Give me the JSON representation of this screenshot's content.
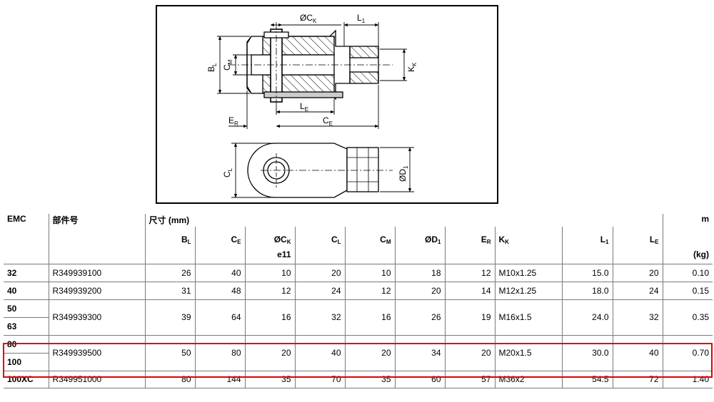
{
  "drawing": {
    "labels": {
      "ck": {
        "main": "ØC",
        "sub": "K"
      },
      "l1": {
        "main": "L",
        "sub": "1"
      },
      "bl": {
        "main": "B",
        "sub": "L"
      },
      "cm": {
        "main": "C",
        "sub": "M"
      },
      "kk": {
        "main": "K",
        "sub": "K"
      },
      "le": {
        "main": "L",
        "sub": "E"
      },
      "er": {
        "main": "E",
        "sub": "R"
      },
      "ce": {
        "main": "C",
        "sub": "E"
      },
      "cl": {
        "main": "C",
        "sub": "L"
      },
      "d1": {
        "main": "ØD",
        "sub": "1"
      }
    }
  },
  "table": {
    "headers": {
      "emc": "EMC",
      "part_no": "部件号",
      "dimensions": "尺寸 (mm)",
      "mass": "m",
      "mass_unit": "(kg)",
      "tolerance": "e11",
      "columns": [
        {
          "main": "B",
          "sub": "L"
        },
        {
          "main": "C",
          "sub": "E"
        },
        {
          "main": "ØC",
          "sub": "K"
        },
        {
          "main": "C",
          "sub": "L"
        },
        {
          "main": "C",
          "sub": "M"
        },
        {
          "main": "ØD",
          "sub": "1"
        },
        {
          "main": "E",
          "sub": "R"
        },
        {
          "main": "K",
          "sub": "K"
        },
        {
          "main": "L",
          "sub": "1"
        },
        {
          "main": "L",
          "sub": "E"
        }
      ]
    },
    "rows": [
      {
        "emc": [
          "32"
        ],
        "part": "R349939100",
        "bl": "26",
        "ce": "40",
        "ck": "10",
        "cl": "20",
        "cm": "10",
        "d1": "18",
        "er": "12",
        "kk": "M10x1.25",
        "l1": "15.0",
        "le": "20",
        "m": "0.10"
      },
      {
        "emc": [
          "40"
        ],
        "part": "R349939200",
        "bl": "31",
        "ce": "48",
        "ck": "12",
        "cl": "24",
        "cm": "12",
        "d1": "20",
        "er": "14",
        "kk": "M12x1.25",
        "l1": "18.0",
        "le": "24",
        "m": "0.15"
      },
      {
        "emc": [
          "50",
          "63"
        ],
        "part": "R349939300",
        "bl": "39",
        "ce": "64",
        "ck": "16",
        "cl": "32",
        "cm": "16",
        "d1": "26",
        "er": "19",
        "kk": "M16x1.5",
        "l1": "24.0",
        "le": "32",
        "m": "0.35"
      },
      {
        "emc": [
          "80",
          "100"
        ],
        "part": "R349939500",
        "bl": "50",
        "ce": "80",
        "ck": "20",
        "cl": "40",
        "cm": "20",
        "d1": "34",
        "er": "20",
        "kk": "M20x1.5",
        "l1": "30.0",
        "le": "40",
        "m": "0.70"
      },
      {
        "emc": [
          "100XC"
        ],
        "part": "R349951000",
        "bl": "80",
        "ce": "144",
        "ck": "35",
        "cl": "70",
        "cm": "35",
        "d1": "60",
        "er": "57",
        "kk": "M36x2",
        "l1": "54.5",
        "le": "72",
        "m": "1.40"
      }
    ],
    "highlight_color": "#e00000"
  }
}
